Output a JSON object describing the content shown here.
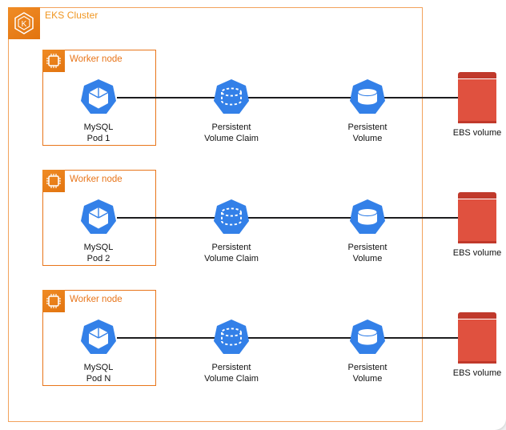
{
  "cluster": {
    "title": "EKS Cluster",
    "icon": "eks-hexagon-k-icon",
    "accent_color": "#f0951f",
    "border_color": "#f2a25c"
  },
  "worker_node": {
    "label": "Worker node",
    "icon": "cpu-chip-icon",
    "border_color": "#e8751a"
  },
  "colors": {
    "kubernetes_blue": "#3380e8",
    "ebs_red": "#e0513f",
    "ebs_red_dark": "#c0392b",
    "link": "#1d1d1f",
    "orange_tile_from": "#f08c26",
    "orange_tile_to": "#e2740f"
  },
  "rows": [
    {
      "worker_label": "Worker node",
      "pod": {
        "label": "MySQL\nPod 1",
        "icon": "pod-cube-icon"
      },
      "pvc": {
        "label": "Persistent\nVolume Claim",
        "icon": "persistent-volume-claim-icon"
      },
      "pv": {
        "label": "Persistent\nVolume",
        "icon": "persistent-volume-icon"
      },
      "ebs": {
        "label": "EBS volume",
        "icon": "ebs-volume-icon"
      }
    },
    {
      "worker_label": "Worker node",
      "pod": {
        "label": "MySQL\nPod 2",
        "icon": "pod-cube-icon"
      },
      "pvc": {
        "label": "Persistent\nVolume Claim",
        "icon": "persistent-volume-claim-icon"
      },
      "pv": {
        "label": "Persistent\nVolume",
        "icon": "persistent-volume-icon"
      },
      "ebs": {
        "label": "EBS volume",
        "icon": "ebs-volume-icon"
      }
    },
    {
      "worker_label": "Worker node",
      "pod": {
        "label": "MySQL\nPod N",
        "icon": "pod-cube-icon"
      },
      "pvc": {
        "label": "Persistent\nVolume Claim",
        "icon": "persistent-volume-claim-icon"
      },
      "pv": {
        "label": "Persistent\nVolume",
        "icon": "persistent-volume-icon"
      },
      "ebs": {
        "label": "EBS volume",
        "icon": "ebs-volume-icon"
      }
    }
  ]
}
